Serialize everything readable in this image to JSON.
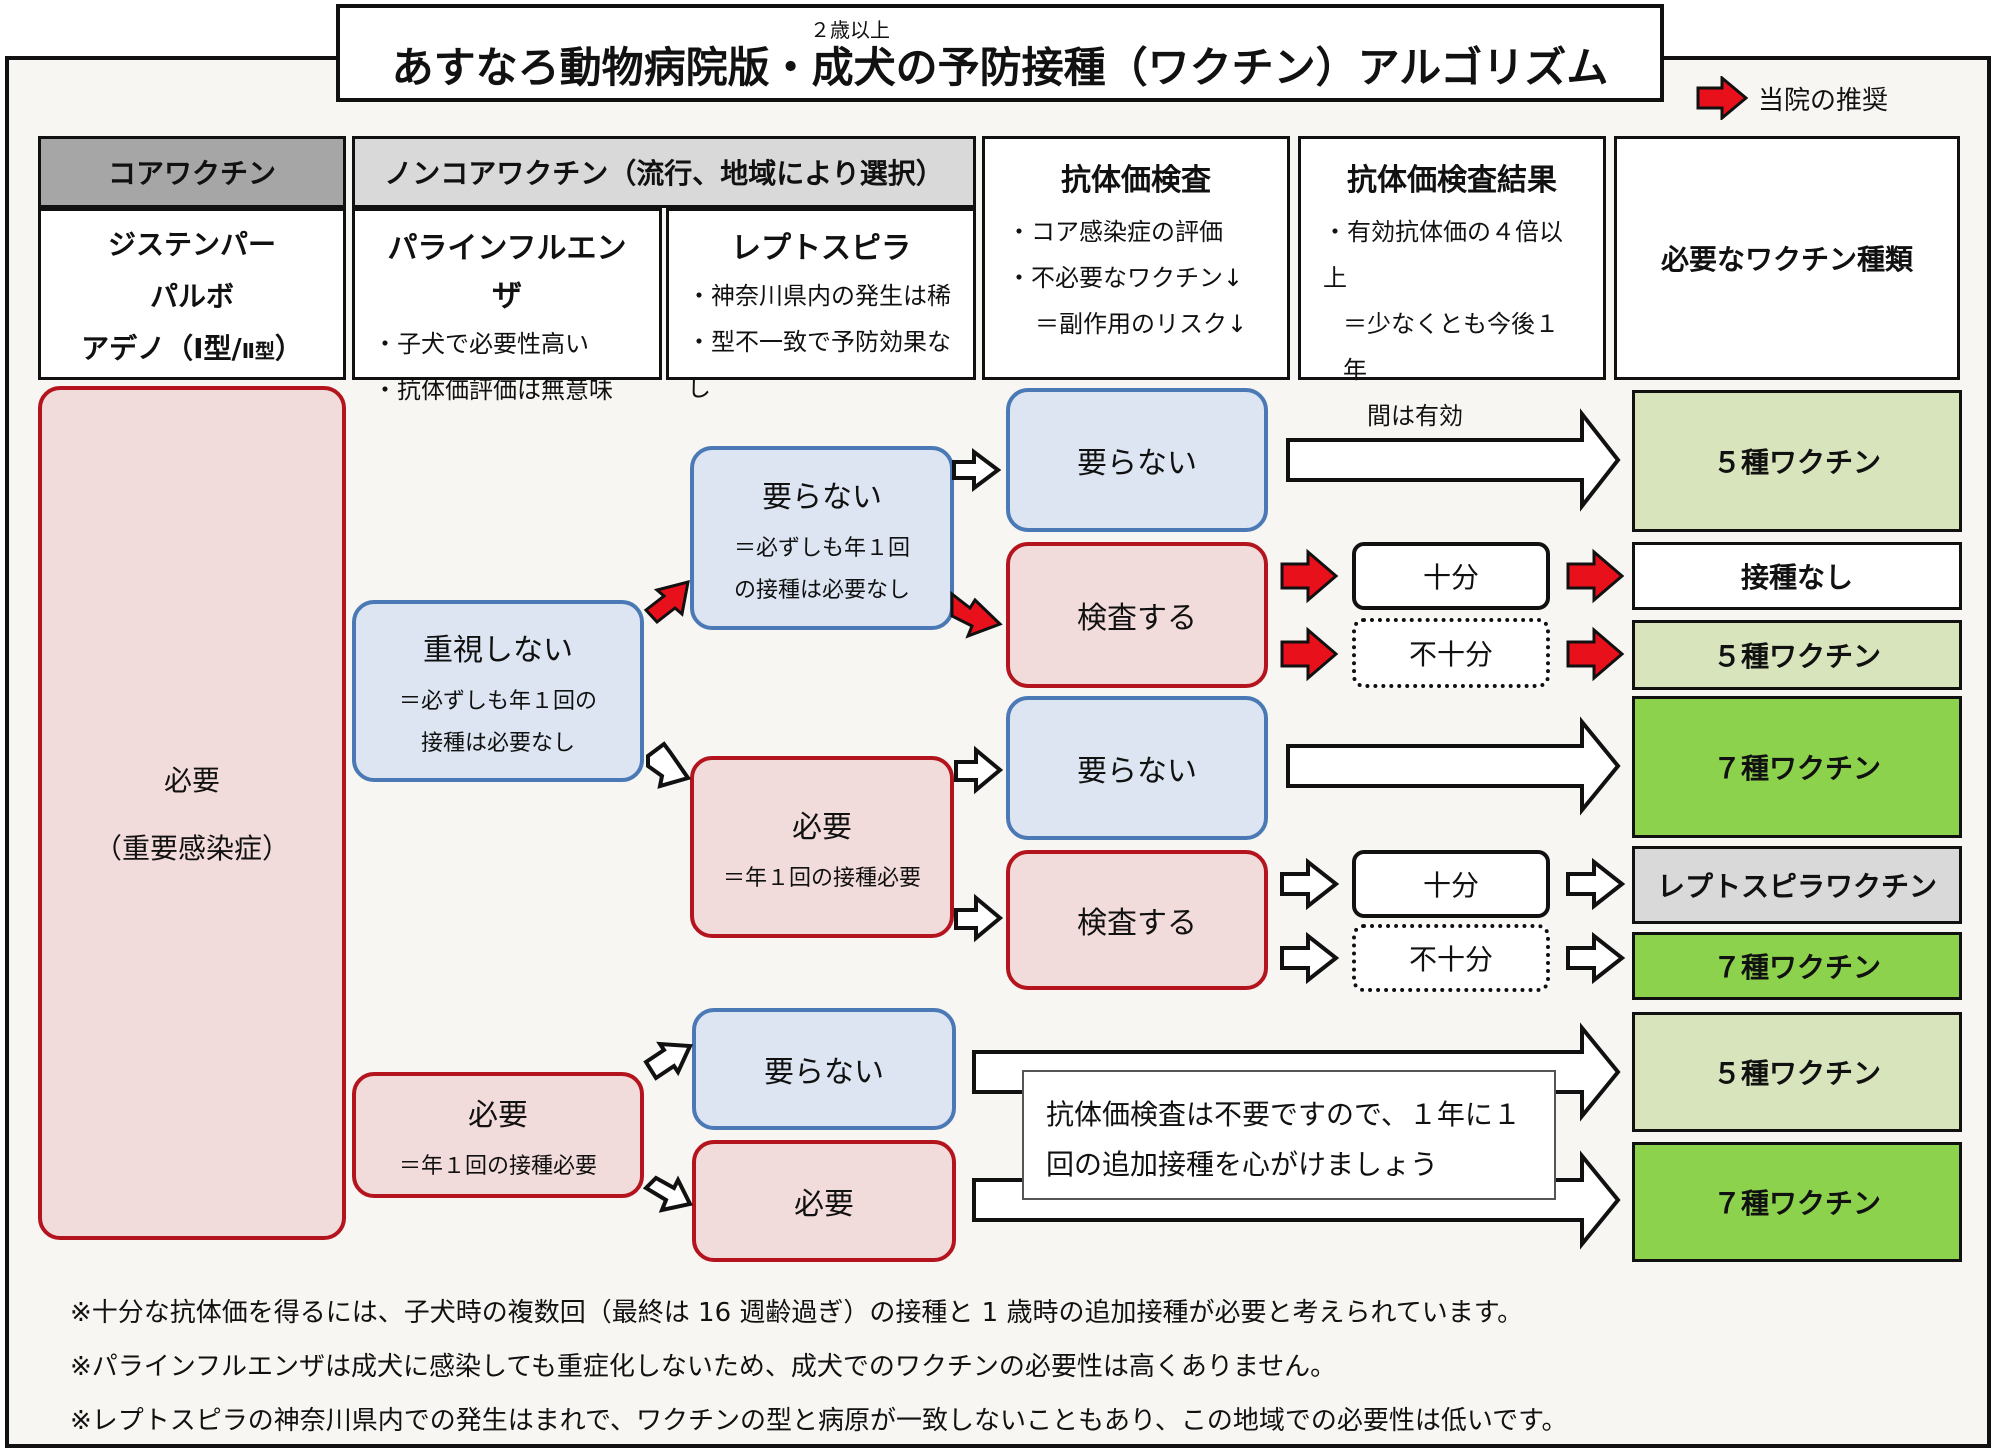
{
  "title": {
    "ruby": "２歳以上",
    "main": "あすなろ動物病院版・成犬の予防接種（ワクチン）アルゴリズム"
  },
  "legend": {
    "label": "当院の推奨",
    "color": "#e8101a"
  },
  "headers": {
    "core": "コアワクチン",
    "noncore": "ノンコアワクチン（流行、地域により選択）",
    "antibody_test": {
      "title": "抗体価検査",
      "lines": [
        "・コア感染症の評価",
        "・不必要なワクチン↓",
        "＝副作用のリスク↓"
      ]
    },
    "antibody_result": {
      "title": "抗体価検査結果",
      "lines": [
        "・有効抗体価の４倍以上",
        "＝少なくとも今後１年",
        "間は有効"
      ]
    },
    "needed": "必要なワクチン種類"
  },
  "core_detail": {
    "lines": [
      "ジステンパー",
      "パルボ"
    ],
    "adeno": "アデノ（Ⅰ型/",
    "adeno_small": "Ⅱ型",
    "adeno_end": "）"
  },
  "parainfluenza": {
    "title": "パラインフルエンザ",
    "lines": [
      "・子犬で必要性高い",
      "・抗体価評価は無意味"
    ]
  },
  "leptospira": {
    "title": "レプトスピラ",
    "lines": [
      "・神奈川県内の発生は稀",
      "・型不一致で予防効果なし"
    ]
  },
  "nodes": {
    "core_need": {
      "t1": "必要",
      "t2": "（重要感染症）"
    },
    "para_no": {
      "t1": "重視しない",
      "t2a": "＝必ずしも年１回の",
      "t2b": "接種は必要なし"
    },
    "para_yes": {
      "t1": "必要",
      "t2": "＝年１回の接種必要"
    },
    "lepto_no": {
      "t1": "要らない",
      "t2a": "＝必ずしも年１回",
      "t2b": "の接種は必要なし"
    },
    "lepto_yes": {
      "t1": "必要",
      "t2": "＝年１回の接種必要"
    },
    "lepto_no2": "要らない",
    "lepto_yes2": "必要",
    "test_no_1": "要らない",
    "test_yes_1": "検査する",
    "test_no_2": "要らない",
    "test_yes_2": "検査する"
  },
  "results": {
    "enough": "十分",
    "not_enough": "不十分",
    "r1": "５種ワクチン",
    "r2": "接種なし",
    "r3": "５種ワクチン",
    "r4": "７種ワクチン",
    "r5": "レプトスピラワクチン",
    "r6": "７種ワクチン",
    "r7": "５種ワクチン",
    "r8": "７種ワクチン"
  },
  "callout": "抗体価検査は不要ですので、１年に１回の追加接種を心がけましょう",
  "notes": [
    "※十分な抗体価を得るには、子犬時の複数回（最終は 16 週齢過ぎ）の接種と 1 歳時の追加接種が必要と考えられています。",
    "※パラインフルエンザは成犬に感染しても重症化しないため、成犬でのワクチンの必要性は高くありません。",
    "※レプトスピラの神奈川県内での発生はまれで、ワクチンの型と病原が一致しないこともあり、この地域での必要性は低いです。"
  ],
  "colors": {
    "blue_border": "#4a79b5",
    "blue_fill": "#dce5f1",
    "red_border": "#b3141d",
    "red_fill": "#f2dcdb",
    "light_green": "#d8e4bc",
    "green": "#8dd24c",
    "grey": "#d9d9d9"
  }
}
